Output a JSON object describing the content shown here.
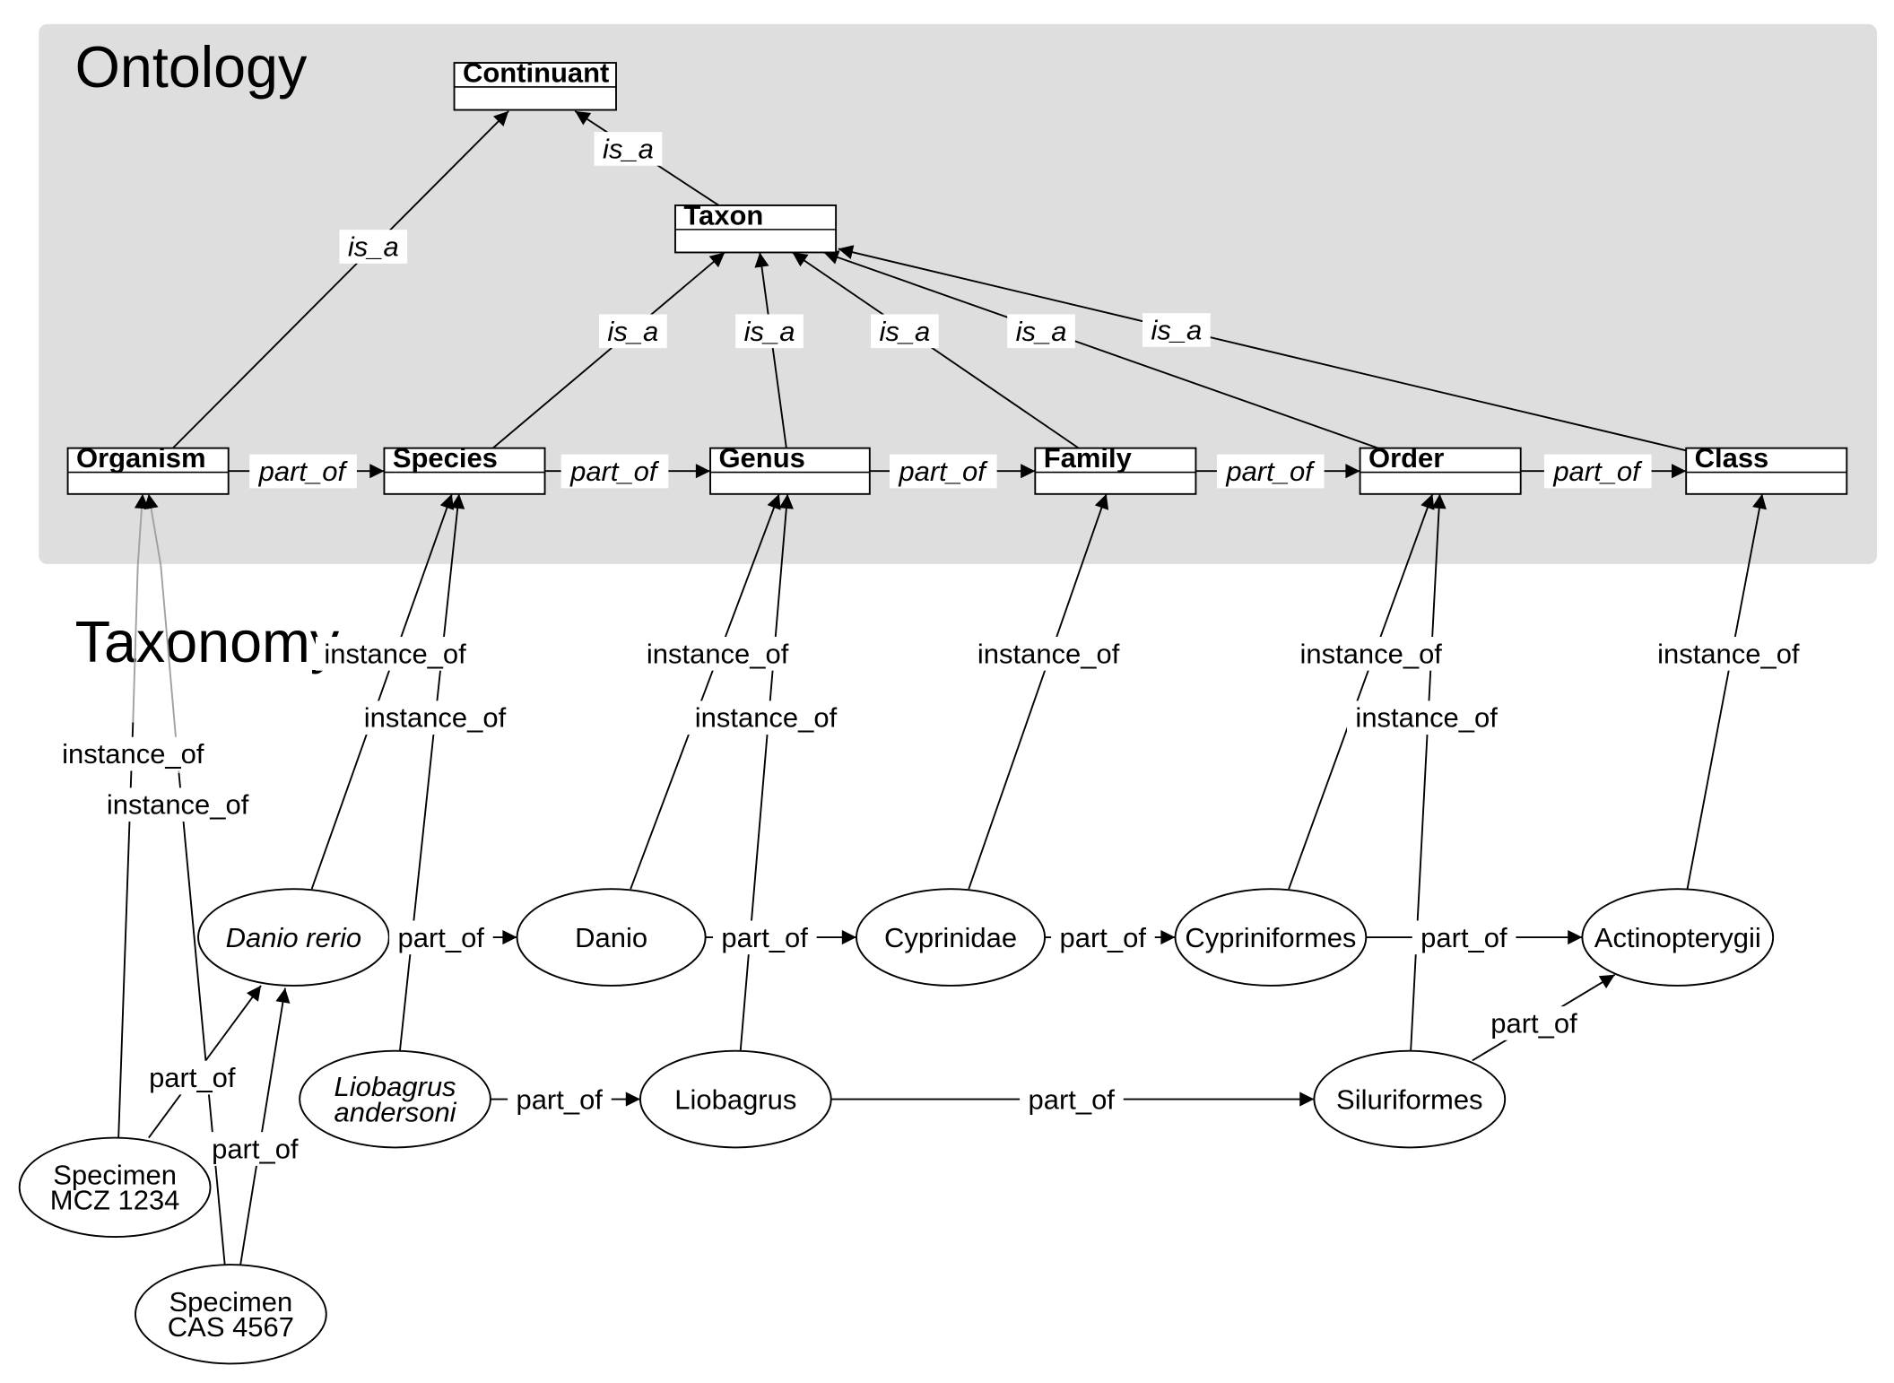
{
  "sections": {
    "ontology_title": "Ontology",
    "taxonomy_title": "Taxonomy"
  },
  "colors": {
    "ontology_panel": "#dedede",
    "line": "#000000",
    "faded_line": "#a0a0a0",
    "label_bg": "#ffffff"
  },
  "ontology": {
    "classes": [
      {
        "id": "continuant",
        "name": "Continuant"
      },
      {
        "id": "taxon",
        "name": "Taxon"
      },
      {
        "id": "organism",
        "name": "Organism"
      },
      {
        "id": "species",
        "name": "Species"
      },
      {
        "id": "genus",
        "name": "Genus"
      },
      {
        "id": "family",
        "name": "Family"
      },
      {
        "id": "order",
        "name": "Order"
      },
      {
        "id": "class",
        "name": "Class"
      }
    ],
    "edges": [
      {
        "from": "organism",
        "to": "continuant",
        "label": "is_a"
      },
      {
        "from": "taxon",
        "to": "continuant",
        "label": "is_a"
      },
      {
        "from": "species",
        "to": "taxon",
        "label": "is_a"
      },
      {
        "from": "genus",
        "to": "taxon",
        "label": "is_a"
      },
      {
        "from": "family",
        "to": "taxon",
        "label": "is_a"
      },
      {
        "from": "order",
        "to": "taxon",
        "label": "is_a"
      },
      {
        "from": "class",
        "to": "taxon",
        "label": "is_a"
      },
      {
        "from": "organism",
        "to": "species",
        "label": "part_of"
      },
      {
        "from": "species",
        "to": "genus",
        "label": "part_of"
      },
      {
        "from": "genus",
        "to": "family",
        "label": "part_of"
      },
      {
        "from": "family",
        "to": "order",
        "label": "part_of"
      },
      {
        "from": "order",
        "to": "class",
        "label": "part_of"
      }
    ]
  },
  "taxonomy": {
    "nodes": [
      {
        "id": "danio_rerio",
        "lines": [
          "Danio rerio"
        ],
        "italic": true
      },
      {
        "id": "danio",
        "lines": [
          "Danio"
        ],
        "italic": false
      },
      {
        "id": "cyprinidae",
        "lines": [
          "Cyprinidae"
        ],
        "italic": false
      },
      {
        "id": "cypriniformes",
        "lines": [
          "Cypriniformes"
        ],
        "italic": false
      },
      {
        "id": "actinopterygii",
        "lines": [
          "Actinopterygii"
        ],
        "italic": false
      },
      {
        "id": "liobagrus_andersoni",
        "lines": [
          "Liobagrus",
          "andersoni"
        ],
        "italic": true
      },
      {
        "id": "liobagrus",
        "lines": [
          "Liobagrus"
        ],
        "italic": false
      },
      {
        "id": "siluriformes",
        "lines": [
          "Siluriformes"
        ],
        "italic": false
      },
      {
        "id": "specimen_mcz",
        "lines": [
          "Specimen",
          "MCZ 1234"
        ],
        "italic": false
      },
      {
        "id": "specimen_cas",
        "lines": [
          "Specimen",
          "CAS 4567"
        ],
        "italic": false
      }
    ],
    "edges": [
      {
        "from": "danio_rerio",
        "to": "danio",
        "label": "part_of"
      },
      {
        "from": "danio",
        "to": "cyprinidae",
        "label": "part_of"
      },
      {
        "from": "cyprinidae",
        "to": "cypriniformes",
        "label": "part_of"
      },
      {
        "from": "cypriniformes",
        "to": "actinopterygii",
        "label": "part_of"
      },
      {
        "from": "liobagrus_andersoni",
        "to": "liobagrus",
        "label": "part_of"
      },
      {
        "from": "liobagrus",
        "to": "siluriformes",
        "label": "part_of"
      },
      {
        "from": "siluriformes",
        "to": "actinopterygii",
        "label": "part_of"
      },
      {
        "from": "specimen_mcz",
        "to": "danio_rerio",
        "label": "part_of"
      },
      {
        "from": "specimen_cas",
        "to": "danio_rerio",
        "label": "part_of"
      }
    ]
  },
  "instance_edges": [
    {
      "from": "specimen_mcz",
      "to": "organism",
      "label": "instance_of"
    },
    {
      "from": "specimen_cas",
      "to": "organism",
      "label": "instance_of"
    },
    {
      "from": "danio_rerio",
      "to": "species",
      "label": "instance_of"
    },
    {
      "from": "liobagrus_andersoni",
      "to": "species",
      "label": "instance_of"
    },
    {
      "from": "danio",
      "to": "genus",
      "label": "instance_of"
    },
    {
      "from": "liobagrus",
      "to": "genus",
      "label": "instance_of"
    },
    {
      "from": "cyprinidae",
      "to": "family",
      "label": "instance_of"
    },
    {
      "from": "cypriniformes",
      "to": "order",
      "label": "instance_of"
    },
    {
      "from": "siluriformes",
      "to": "order",
      "label": "instance_of"
    },
    {
      "from": "actinopterygii",
      "to": "class",
      "label": "instance_of"
    }
  ]
}
